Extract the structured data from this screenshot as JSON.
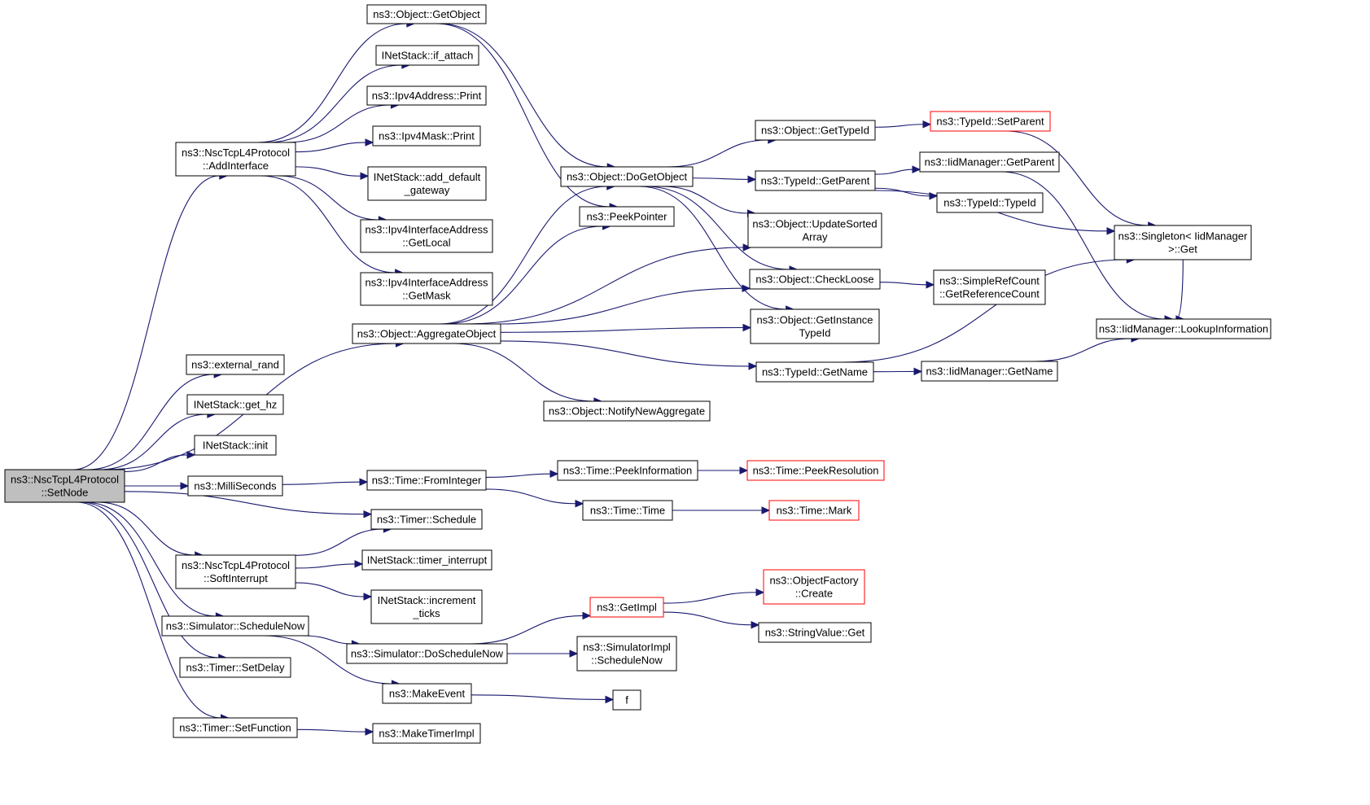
{
  "diagram": {
    "type": "call-graph",
    "colors": {
      "edge": "#191970",
      "box_border": "#000000",
      "truncated_border": "#ff0000",
      "root_fill": "#bfbfbf",
      "background": "#ffffff"
    },
    "nodes": [
      {
        "id": "setnode",
        "lines": [
          "ns3::NscTcpL4Protocol",
          "::SetNode"
        ],
        "style": "root"
      },
      {
        "id": "addinterface",
        "lines": [
          "ns3::NscTcpL4Protocol",
          "::AddInterface"
        ],
        "style": "normal"
      },
      {
        "id": "getobject",
        "lines": [
          "ns3::Object::GetObject"
        ],
        "style": "normal"
      },
      {
        "id": "if_attach",
        "lines": [
          "INetStack::if_attach"
        ],
        "style": "normal"
      },
      {
        "id": "ipv4addr_print",
        "lines": [
          "ns3::Ipv4Address::Print"
        ],
        "style": "normal"
      },
      {
        "id": "ipv4mask_print",
        "lines": [
          "ns3::Ipv4Mask::Print"
        ],
        "style": "normal"
      },
      {
        "id": "add_default_gateway",
        "lines": [
          "INetStack::add_default",
          "_gateway"
        ],
        "style": "normal"
      },
      {
        "id": "getlocal",
        "lines": [
          "ns3::Ipv4InterfaceAddress",
          "::GetLocal"
        ],
        "style": "normal"
      },
      {
        "id": "getmask",
        "lines": [
          "ns3::Ipv4InterfaceAddress",
          "::GetMask"
        ],
        "style": "normal"
      },
      {
        "id": "aggregateobject",
        "lines": [
          "ns3::Object::AggregateObject"
        ],
        "style": "normal"
      },
      {
        "id": "external_rand",
        "lines": [
          "ns3::external_rand"
        ],
        "style": "normal"
      },
      {
        "id": "get_hz",
        "lines": [
          "INetStack::get_hz"
        ],
        "style": "normal"
      },
      {
        "id": "init",
        "lines": [
          "INetStack::init"
        ],
        "style": "normal"
      },
      {
        "id": "milliseconds",
        "lines": [
          "ns3::MilliSeconds"
        ],
        "style": "normal"
      },
      {
        "id": "frominteger",
        "lines": [
          "ns3::Time::FromInteger"
        ],
        "style": "normal"
      },
      {
        "id": "timer_schedule",
        "lines": [
          "ns3::Timer::Schedule"
        ],
        "style": "normal"
      },
      {
        "id": "softinterrupt",
        "lines": [
          "ns3::NscTcpL4Protocol",
          "::SoftInterrupt"
        ],
        "style": "normal"
      },
      {
        "id": "timer_interrupt",
        "lines": [
          "INetStack::timer_interrupt"
        ],
        "style": "normal"
      },
      {
        "id": "increment_ticks",
        "lines": [
          "INetStack::increment",
          "_ticks"
        ],
        "style": "normal"
      },
      {
        "id": "schedulenow",
        "lines": [
          "ns3::Simulator::ScheduleNow"
        ],
        "style": "normal"
      },
      {
        "id": "doschedulenow",
        "lines": [
          "ns3::Simulator::DoScheduleNow"
        ],
        "style": "normal"
      },
      {
        "id": "setdelay",
        "lines": [
          "ns3::Timer::SetDelay"
        ],
        "style": "normal"
      },
      {
        "id": "makeevent",
        "lines": [
          "ns3::MakeEvent"
        ],
        "style": "normal"
      },
      {
        "id": "setfunction",
        "lines": [
          "ns3::Timer::SetFunction"
        ],
        "style": "normal"
      },
      {
        "id": "maketimerimpl",
        "lines": [
          "ns3::MakeTimerImpl"
        ],
        "style": "normal"
      },
      {
        "id": "dogetobject",
        "lines": [
          "ns3::Object::DoGetObject"
        ],
        "style": "normal"
      },
      {
        "id": "peekpointer",
        "lines": [
          "ns3::PeekPointer"
        ],
        "style": "normal"
      },
      {
        "id": "notifynewaggregate",
        "lines": [
          "ns3::Object::NotifyNewAggregate"
        ],
        "style": "normal"
      },
      {
        "id": "peekinformation",
        "lines": [
          "ns3::Time::PeekInformation"
        ],
        "style": "normal"
      },
      {
        "id": "time_time",
        "lines": [
          "ns3::Time::Time"
        ],
        "style": "normal"
      },
      {
        "id": "getimpl",
        "lines": [
          "ns3::GetImpl"
        ],
        "style": "truncated"
      },
      {
        "id": "simimpl_schedulenow",
        "lines": [
          "ns3::SimulatorImpl",
          "::ScheduleNow"
        ],
        "style": "normal"
      },
      {
        "id": "f",
        "lines": [
          "f"
        ],
        "style": "normal"
      },
      {
        "id": "gettypeid",
        "lines": [
          "ns3::Object::GetTypeId"
        ],
        "style": "normal"
      },
      {
        "id": "typeid_getparent",
        "lines": [
          "ns3::TypeId::GetParent"
        ],
        "style": "normal"
      },
      {
        "id": "updatesortedarray",
        "lines": [
          "ns3::Object::UpdateSorted",
          "Array"
        ],
        "style": "normal"
      },
      {
        "id": "checkloose",
        "lines": [
          "ns3::Object::CheckLoose"
        ],
        "style": "normal"
      },
      {
        "id": "getinstancetypeid",
        "lines": [
          "ns3::Object::GetInstance",
          "TypeId"
        ],
        "style": "normal"
      },
      {
        "id": "typeid_getname",
        "lines": [
          "ns3::TypeId::GetName"
        ],
        "style": "normal"
      },
      {
        "id": "peekresolution",
        "lines": [
          "ns3::Time::PeekResolution"
        ],
        "style": "truncated"
      },
      {
        "id": "time_mark",
        "lines": [
          "ns3::Time::Mark"
        ],
        "style": "truncated"
      },
      {
        "id": "objectfactory_create",
        "lines": [
          "ns3::ObjectFactory",
          "::Create"
        ],
        "style": "truncated"
      },
      {
        "id": "stringvalue_get",
        "lines": [
          "ns3::StringValue::Get"
        ],
        "style": "normal"
      },
      {
        "id": "typeid_setparent",
        "lines": [
          "ns3::TypeId::SetParent"
        ],
        "style": "truncated"
      },
      {
        "id": "iidmanager_getparent",
        "lines": [
          "ns3::IidManager::GetParent"
        ],
        "style": "normal"
      },
      {
        "id": "typeid_typeid",
        "lines": [
          "ns3::TypeId::TypeId"
        ],
        "style": "normal"
      },
      {
        "id": "simplerefcount",
        "lines": [
          "ns3::SimpleRefCount",
          "::GetReferenceCount"
        ],
        "style": "normal"
      },
      {
        "id": "iidmanager_getname",
        "lines": [
          "ns3::IidManager::GetName"
        ],
        "style": "normal"
      },
      {
        "id": "singleton_get",
        "lines": [
          "ns3::Singleton< IidManager",
          " >::Get"
        ],
        "style": "normal"
      },
      {
        "id": "lookupinformation",
        "lines": [
          "ns3::IidManager::LookupInformation"
        ],
        "style": "normal"
      }
    ],
    "edges": [
      [
        "setnode",
        "addinterface"
      ],
      [
        "setnode",
        "aggregateobject"
      ],
      [
        "setnode",
        "external_rand"
      ],
      [
        "setnode",
        "get_hz"
      ],
      [
        "setnode",
        "init"
      ],
      [
        "setnode",
        "milliseconds"
      ],
      [
        "setnode",
        "timer_schedule"
      ],
      [
        "setnode",
        "softinterrupt"
      ],
      [
        "setnode",
        "schedulenow"
      ],
      [
        "setnode",
        "setdelay"
      ],
      [
        "setnode",
        "setfunction"
      ],
      [
        "addinterface",
        "getobject"
      ],
      [
        "addinterface",
        "if_attach"
      ],
      [
        "addinterface",
        "ipv4addr_print"
      ],
      [
        "addinterface",
        "ipv4mask_print"
      ],
      [
        "addinterface",
        "add_default_gateway"
      ],
      [
        "addinterface",
        "getlocal"
      ],
      [
        "addinterface",
        "getmask"
      ],
      [
        "getobject",
        "dogetobject"
      ],
      [
        "getobject",
        "peekpointer"
      ],
      [
        "aggregateobject",
        "dogetobject"
      ],
      [
        "aggregateobject",
        "peekpointer"
      ],
      [
        "aggregateobject",
        "updatesortedarray"
      ],
      [
        "aggregateobject",
        "checkloose"
      ],
      [
        "aggregateobject",
        "getinstancetypeid"
      ],
      [
        "aggregateobject",
        "typeid_getname"
      ],
      [
        "aggregateobject",
        "notifynewaggregate"
      ],
      [
        "dogetobject",
        "gettypeid"
      ],
      [
        "dogetobject",
        "typeid_getparent"
      ],
      [
        "dogetobject",
        "updatesortedarray"
      ],
      [
        "dogetobject",
        "checkloose"
      ],
      [
        "dogetobject",
        "getinstancetypeid"
      ],
      [
        "gettypeid",
        "typeid_setparent"
      ],
      [
        "typeid_getparent",
        "iidmanager_getparent"
      ],
      [
        "typeid_getparent",
        "typeid_typeid"
      ],
      [
        "typeid_getparent",
        "singleton_get"
      ],
      [
        "typeid_setparent",
        "singleton_get"
      ],
      [
        "iidmanager_getparent",
        "lookupinformation"
      ],
      [
        "checkloose",
        "simplerefcount"
      ],
      [
        "typeid_getname",
        "singleton_get"
      ],
      [
        "typeid_getname",
        "iidmanager_getname"
      ],
      [
        "iidmanager_getname",
        "lookupinformation"
      ],
      [
        "singleton_get",
        "lookupinformation"
      ],
      [
        "milliseconds",
        "frominteger"
      ],
      [
        "frominteger",
        "peekinformation"
      ],
      [
        "frominteger",
        "time_time"
      ],
      [
        "peekinformation",
        "peekresolution"
      ],
      [
        "time_time",
        "time_mark"
      ],
      [
        "softinterrupt",
        "timer_schedule"
      ],
      [
        "softinterrupt",
        "timer_interrupt"
      ],
      [
        "softinterrupt",
        "increment_ticks"
      ],
      [
        "schedulenow",
        "doschedulenow"
      ],
      [
        "schedulenow",
        "makeevent"
      ],
      [
        "doschedulenow",
        "getimpl"
      ],
      [
        "doschedulenow",
        "simimpl_schedulenow"
      ],
      [
        "getimpl",
        "objectfactory_create"
      ],
      [
        "getimpl",
        "stringvalue_get"
      ],
      [
        "makeevent",
        "f"
      ],
      [
        "setfunction",
        "maketimerimpl"
      ]
    ]
  }
}
